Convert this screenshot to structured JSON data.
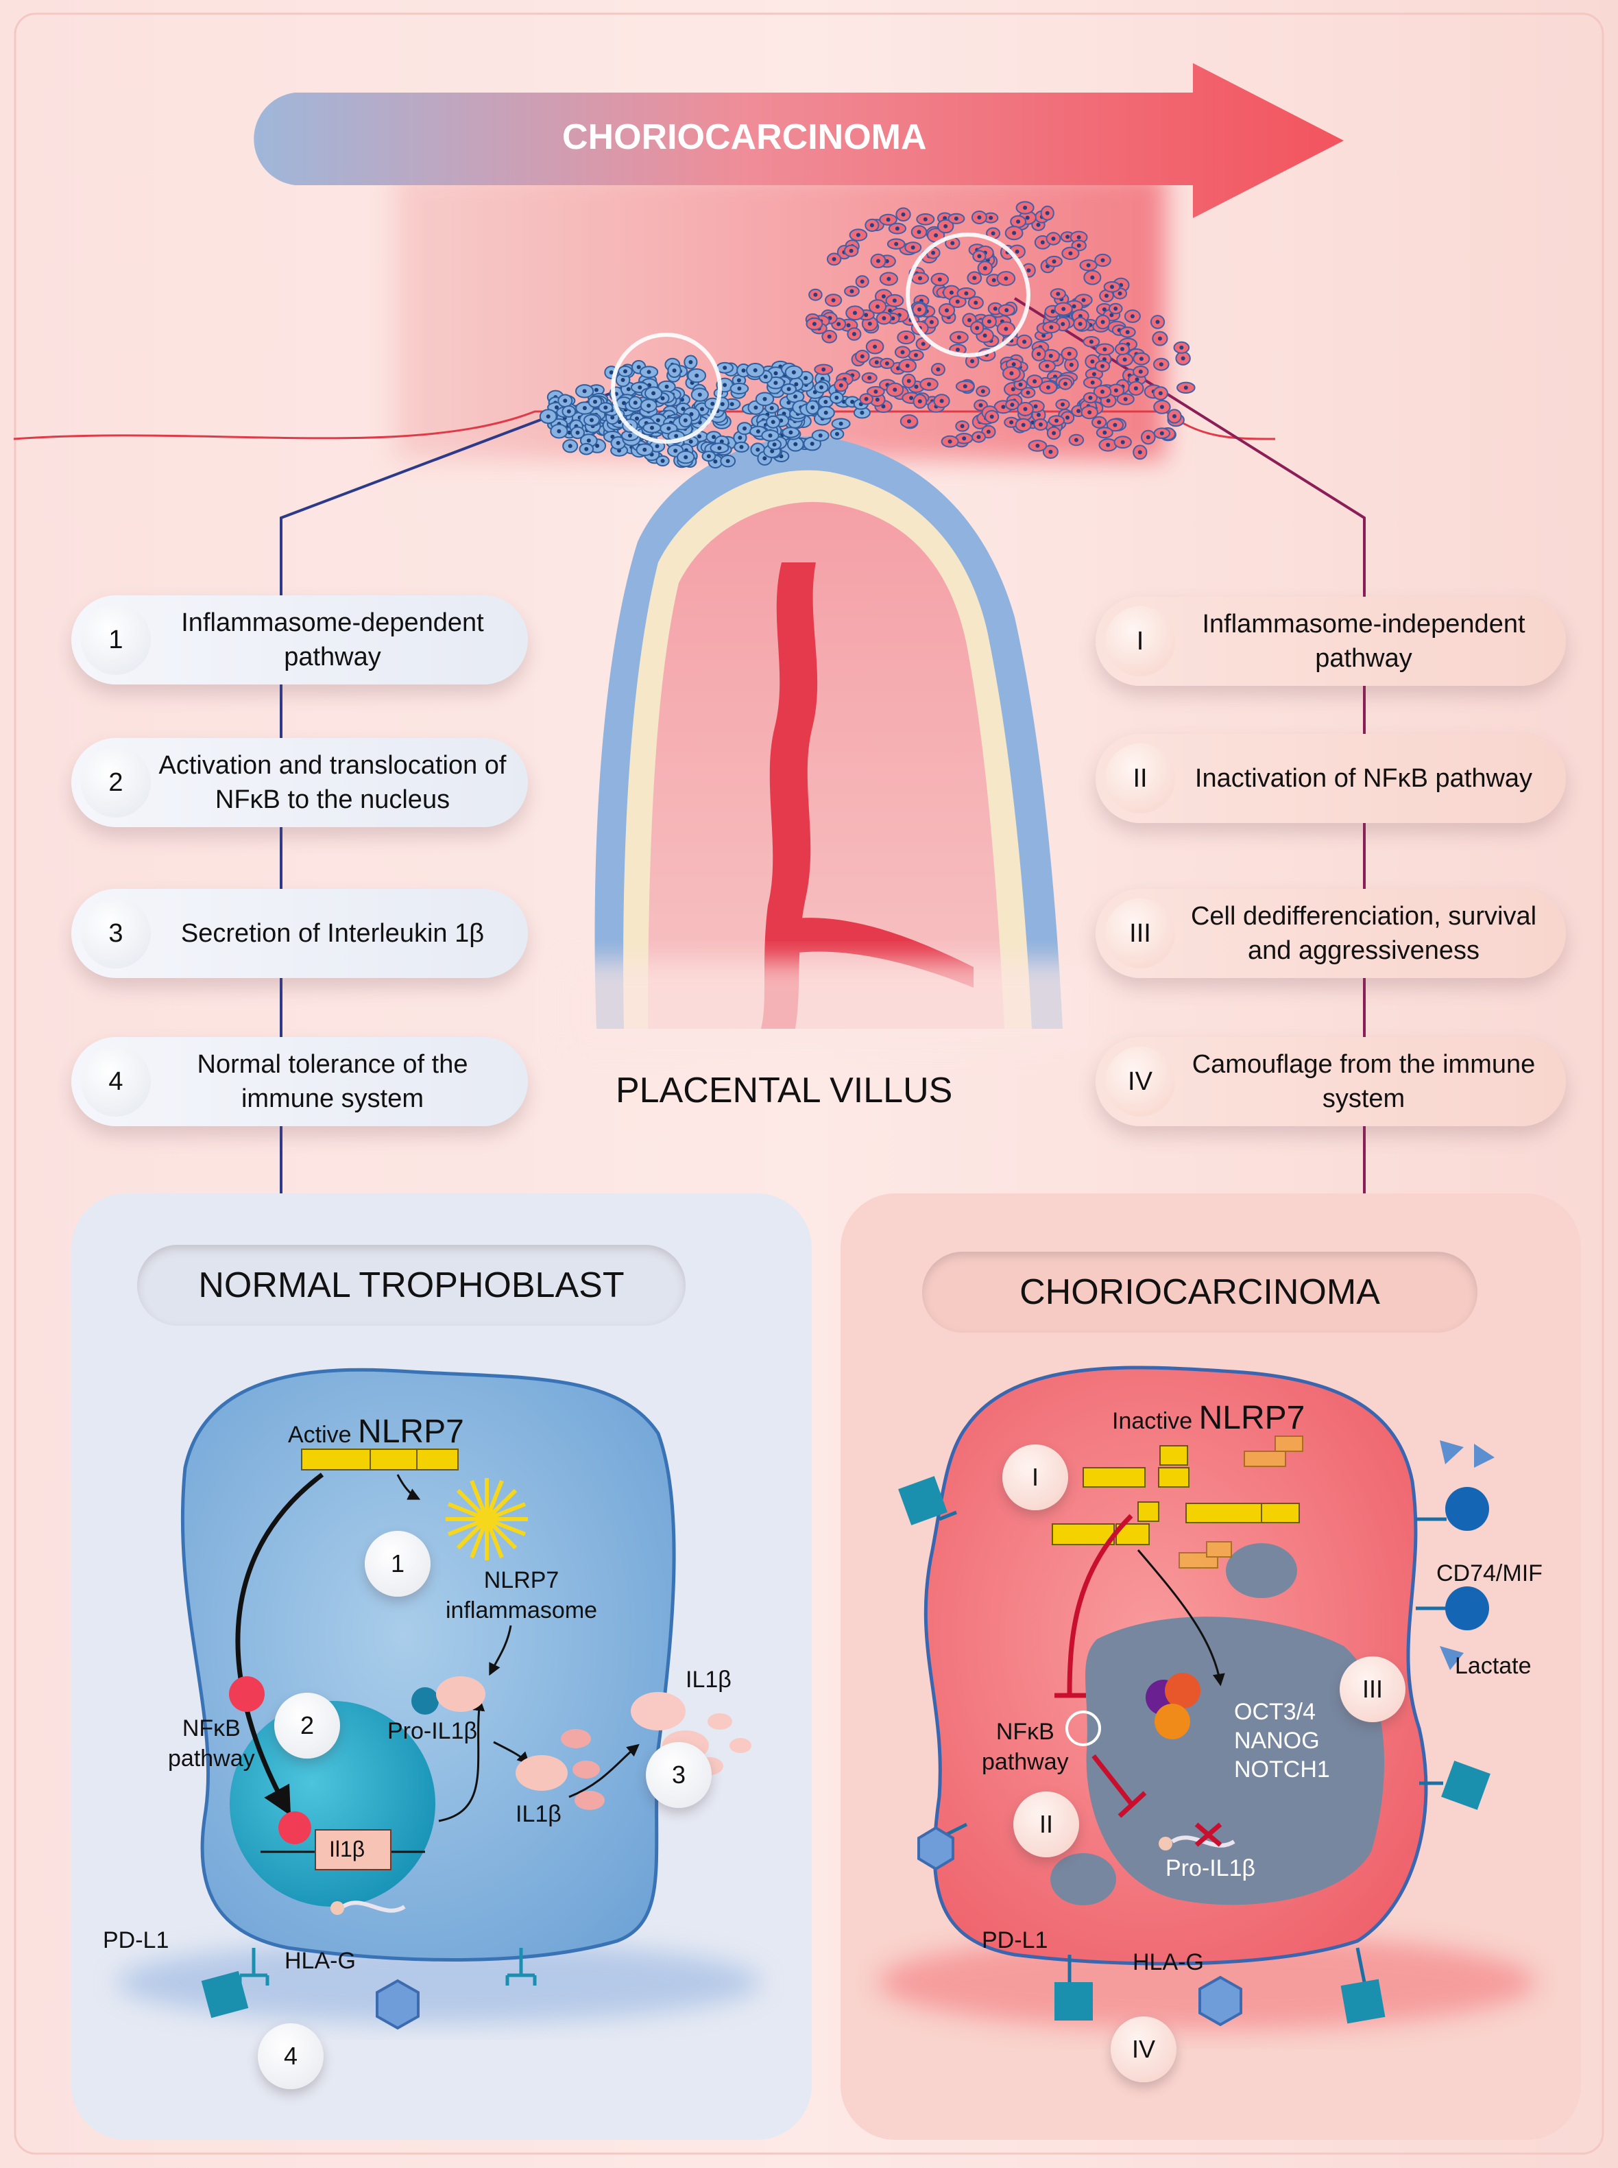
{
  "banner": {
    "title": "CHORIOCARCINOMA"
  },
  "left_steps": [
    {
      "num": "1",
      "text": "Inflammasome-dependent pathway"
    },
    {
      "num": "2",
      "text": "Activation and translocation of NFκB to the nucleus"
    },
    {
      "num": "3",
      "text": "Secretion of Interleukin 1β"
    },
    {
      "num": "4",
      "text": "Normal tolerance of the immune system"
    }
  ],
  "right_steps": [
    {
      "num": "I",
      "text": "Inflammasome-independent pathway"
    },
    {
      "num": "II",
      "text": "Inactivation of NFκB pathway"
    },
    {
      "num": "III",
      "text": "Cell dedifferenciation, survival and aggressiveness"
    },
    {
      "num": "IV",
      "text": "Camouflage from the immune system"
    }
  ],
  "villus_label": "PLACENTAL VILLUS",
  "normal_panel": {
    "title": "NORMAL TROPHOBLAST",
    "active_word": "Active",
    "nlrp7": "NLRP7",
    "inflammasome": "NLRP7\ninflammasome",
    "nfkb": "NFκB\npathway",
    "pro_il1b": "Pro-IL1β",
    "il1b_gene": "Il1β",
    "il1b": "IL1β",
    "il1b_out": "IL1β",
    "pdl1": "PD-L1",
    "hlag": "HLA-G",
    "badges": [
      "1",
      "2",
      "3",
      "4"
    ]
  },
  "chorio_panel": {
    "title": "CHORIOCARCINOMA",
    "inactive_word": "Inactive",
    "nlrp7": "NLRP7",
    "cd74": "CD74/MIF",
    "lactate": "Lactate",
    "nfkb": "NFκB\npathway",
    "genes": "OCT3/4\nNANOG\nNOTCH1",
    "pro_il1b": "Pro-IL1β",
    "pdl1": "PD-L1",
    "hlag": "HLA-G",
    "badges": [
      "I",
      "II",
      "III",
      "IV"
    ]
  },
  "colors": {
    "blue_cell": "#7fb3df",
    "red_cell": "#f2646b",
    "yellow_nlrp7": "#f3d200",
    "receptor": "#1a8fb0",
    "dark_red_line": "#c8102e"
  }
}
